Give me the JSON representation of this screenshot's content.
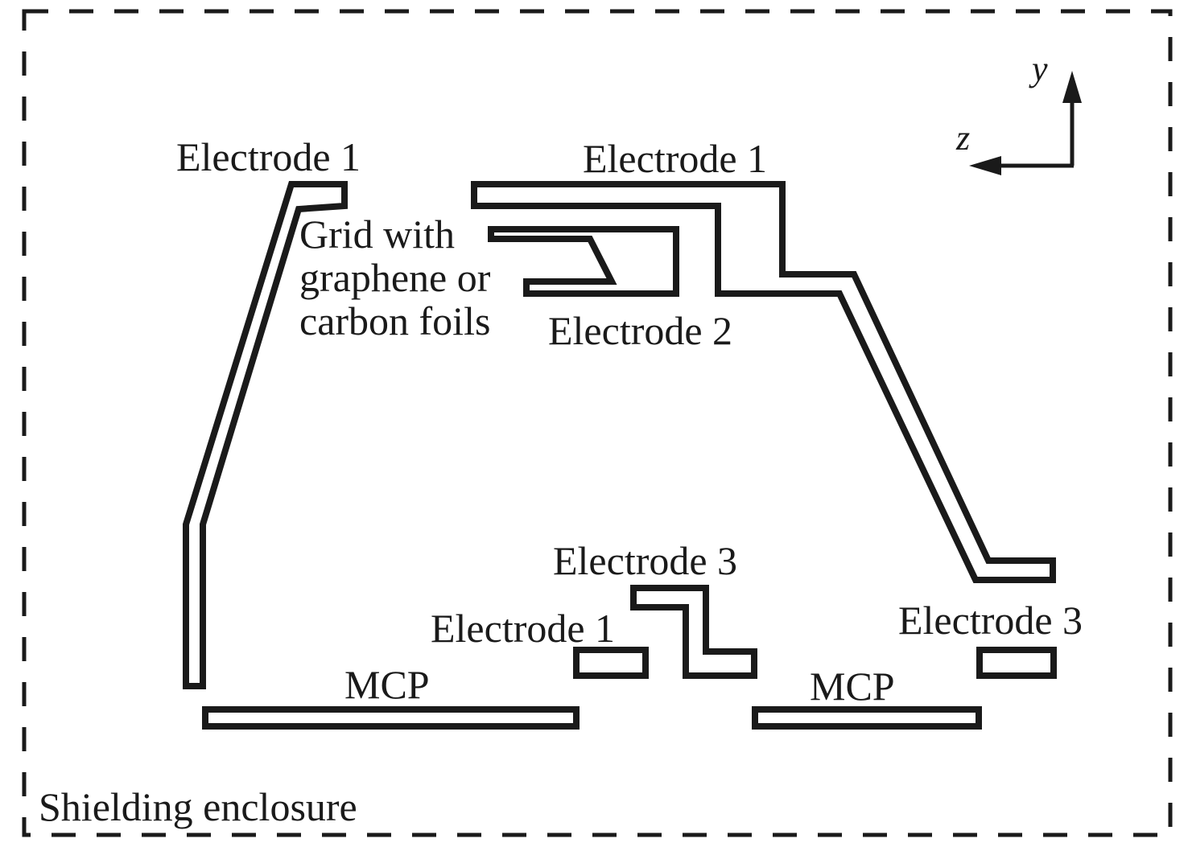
{
  "labels": {
    "electrode1_top_left": "Electrode 1",
    "electrode1_top_right": "Electrode 1",
    "grid": "Grid with\ngraphene or\ncarbon foils",
    "electrode2": "Electrode 2",
    "electrode3_center": "Electrode 3",
    "electrode1_bottom": "Electrode 1",
    "electrode3_right": "Electrode 3",
    "mcp_left": "MCP",
    "mcp_right": "MCP",
    "enclosure": "Shielding enclosure"
  },
  "axes": {
    "y": "y",
    "z": "z"
  },
  "colors": {
    "stroke": "#1a1a1a",
    "background": "#ffffff"
  }
}
